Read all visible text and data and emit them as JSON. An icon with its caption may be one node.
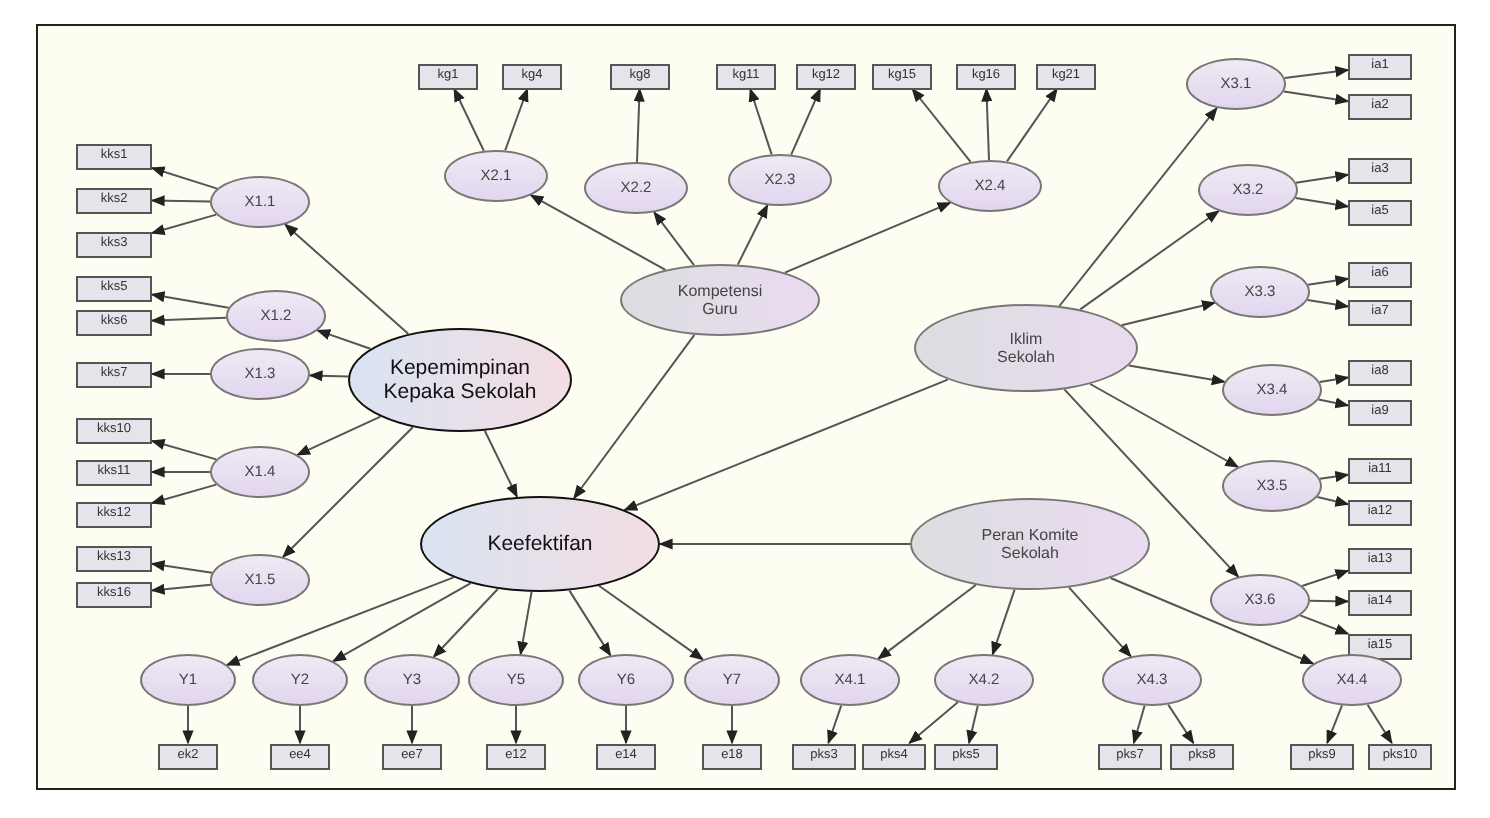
{
  "diagram": {
    "nodes": [
      {
        "text": [
          "Kepemimpinan Kepaka Sekolah"
        ]
      },
      {
        "text": [
          "Keefektifan"
        ]
      },
      {
        "text": [
          "Kompetensi Guru"
        ]
      },
      {
        "text": [
          "Iklim Sekolah"
        ]
      },
      {
        "text": [
          "Peran Komite Sekolah"
        ]
      },
      {
        "text": [
          "X1.1"
        ]
      },
      {
        "text": [
          "X1.2"
        ]
      },
      {
        "text": [
          "X1.3"
        ]
      },
      {
        "text": [
          "X1.4"
        ]
      },
      {
        "text": [
          "X1.5"
        ]
      },
      {
        "text": [
          "kks1"
        ]
      },
      {
        "text": [
          "kks2"
        ]
      },
      {
        "text": [
          "kks3"
        ]
      },
      {
        "text": [
          "kks5"
        ]
      },
      {
        "text": [
          "kks6"
        ]
      },
      {
        "text": [
          "kks7"
        ]
      },
      {
        "text": [
          "kks10"
        ]
      },
      {
        "text": [
          "kks11"
        ]
      },
      {
        "text": [
          "kks12"
        ]
      },
      {
        "text": [
          "kks13"
        ]
      },
      {
        "text": [
          "kks16"
        ]
      },
      {
        "text": [
          "X2.1"
        ]
      },
      {
        "text": [
          "X2.2"
        ]
      },
      {
        "text": [
          "X2.3"
        ]
      },
      {
        "text": [
          "X2.4"
        ]
      },
      {
        "text": [
          "kg1"
        ]
      },
      {
        "text": [
          "kg4"
        ]
      },
      {
        "text": [
          "kg8"
        ]
      },
      {
        "text": [
          "kg11"
        ]
      },
      {
        "text": [
          "kg12"
        ]
      },
      {
        "text": [
          "kg15"
        ]
      },
      {
        "text": [
          "kg16"
        ]
      },
      {
        "text": [
          "kg21"
        ]
      },
      {
        "text": [
          "X3.1"
        ]
      },
      {
        "text": [
          "X3.2"
        ]
      },
      {
        "text": [
          "X3.3"
        ]
      },
      {
        "text": [
          "X3.4"
        ]
      },
      {
        "text": [
          "X3.5"
        ]
      },
      {
        "text": [
          "X3.6"
        ]
      },
      {
        "text": [
          "ia1"
        ]
      },
      {
        "text": [
          "ia2"
        ]
      },
      {
        "text": [
          "ia3"
        ]
      },
      {
        "text": [
          "ia5"
        ]
      },
      {
        "text": [
          "ia6"
        ]
      },
      {
        "text": [
          "ia7"
        ]
      },
      {
        "text": [
          "ia8"
        ]
      },
      {
        "text": [
          "ia9"
        ]
      },
      {
        "text": [
          "ia11"
        ]
      },
      {
        "text": [
          "ia12"
        ]
      },
      {
        "text": [
          "ia13"
        ]
      },
      {
        "text": [
          "ia14"
        ]
      },
      {
        "text": [
          "ia15"
        ]
      },
      {
        "text": [
          "Y1"
        ]
      },
      {
        "text": [
          "Y2"
        ]
      },
      {
        "text": [
          "Y3"
        ]
      },
      {
        "text": [
          "Y5"
        ]
      },
      {
        "text": [
          "Y6"
        ]
      },
      {
        "text": [
          "Y7"
        ]
      },
      {
        "text": [
          "ek2"
        ]
      },
      {
        "text": [
          "ee4"
        ]
      },
      {
        "text": [
          "ee7"
        ]
      },
      {
        "text": [
          "e12"
        ]
      },
      {
        "text": [
          "e14"
        ]
      },
      {
        "text": [
          "e18"
        ]
      },
      {
        "text": [
          "X4.1"
        ]
      },
      {
        "text": [
          "X4.2"
        ]
      },
      {
        "text": [
          "X4.3"
        ]
      },
      {
        "text": [
          "X4.4"
        ]
      },
      {
        "text": [
          "pks3"
        ]
      },
      {
        "text": [
          "pks4"
        ]
      },
      {
        "text": [
          "pks5"
        ]
      },
      {
        "text": [
          "pks7"
        ]
      },
      {
        "text": [
          "pks8"
        ]
      },
      {
        "text": [
          "pks9"
        ]
      },
      {
        "text": [
          "pks10"
        ]
      }
    ],
    "edges": [
      {
        "from": 0,
        "to": 5,
        "arrow": "to"
      },
      {
        "from": 0,
        "to": 6,
        "arrow": "to"
      },
      {
        "from": 0,
        "to": 7,
        "arrow": "to"
      },
      {
        "from": 0,
        "to": 8,
        "arrow": "to"
      },
      {
        "from": 0,
        "to": 9,
        "arrow": "to"
      },
      {
        "from": 5,
        "to": 10,
        "arrow": "to"
      },
      {
        "from": 5,
        "to": 11,
        "arrow": "to"
      },
      {
        "from": 5,
        "to": 12,
        "arrow": "to"
      },
      {
        "from": 6,
        "to": 13,
        "arrow": "to"
      },
      {
        "from": 6,
        "to": 14,
        "arrow": "to"
      },
      {
        "from": 7,
        "to": 15,
        "arrow": "to"
      },
      {
        "from": 8,
        "to": 16,
        "arrow": "to"
      },
      {
        "from": 8,
        "to": 17,
        "arrow": "to"
      },
      {
        "from": 8,
        "to": 18,
        "arrow": "to"
      },
      {
        "from": 9,
        "to": 19,
        "arrow": "to"
      },
      {
        "from": 9,
        "to": 20,
        "arrow": "to"
      },
      {
        "from": 0,
        "to": 1,
        "arrow": "to"
      },
      {
        "from": 2,
        "to": 1,
        "arrow": "to"
      },
      {
        "from": 3,
        "to": 1,
        "arrow": "to"
      },
      {
        "from": 4,
        "to": 1,
        "arrow": "to"
      },
      {
        "from": 2,
        "to": 21,
        "arrow": "to"
      },
      {
        "from": 2,
        "to": 22,
        "arrow": "to"
      },
      {
        "from": 2,
        "to": 23,
        "arrow": "to"
      },
      {
        "from": 2,
        "to": 24,
        "arrow": "to"
      },
      {
        "from": 21,
        "to": 25,
        "arrow": "to"
      },
      {
        "from": 21,
        "to": 26,
        "arrow": "to"
      },
      {
        "from": 22,
        "to": 27,
        "arrow": "to"
      },
      {
        "from": 23,
        "to": 28,
        "arrow": "to"
      },
      {
        "from": 23,
        "to": 29,
        "arrow": "to"
      },
      {
        "from": 24,
        "to": 30,
        "arrow": "to"
      },
      {
        "from": 24,
        "to": 31,
        "arrow": "to"
      },
      {
        "from": 24,
        "to": 32,
        "arrow": "to"
      },
      {
        "from": 3,
        "to": 33,
        "arrow": "to"
      },
      {
        "from": 3,
        "to": 34,
        "arrow": "to"
      },
      {
        "from": 3,
        "to": 35,
        "arrow": "to"
      },
      {
        "from": 3,
        "to": 36,
        "arrow": "to"
      },
      {
        "from": 3,
        "to": 37,
        "arrow": "to"
      },
      {
        "from": 3,
        "to": 38,
        "arrow": "to"
      },
      {
        "from": 33,
        "to": 39,
        "arrow": "to"
      },
      {
        "from": 33,
        "to": 40,
        "arrow": "to"
      },
      {
        "from": 34,
        "to": 41,
        "arrow": "to"
      },
      {
        "from": 34,
        "to": 42,
        "arrow": "to"
      },
      {
        "from": 35,
        "to": 43,
        "arrow": "to"
      },
      {
        "from": 35,
        "to": 44,
        "arrow": "to"
      },
      {
        "from": 36,
        "to": 45,
        "arrow": "to"
      },
      {
        "from": 36,
        "to": 46,
        "arrow": "to"
      },
      {
        "from": 37,
        "to": 47,
        "arrow": "to"
      },
      {
        "from": 37,
        "to": 48,
        "arrow": "to"
      },
      {
        "from": 38,
        "to": 49,
        "arrow": "to"
      },
      {
        "from": 38,
        "to": 50,
        "arrow": "to"
      },
      {
        "from": 38,
        "to": 51,
        "arrow": "to"
      },
      {
        "from": 1,
        "to": 52,
        "arrow": "to"
      },
      {
        "from": 1,
        "to": 53,
        "arrow": "to"
      },
      {
        "from": 1,
        "to": 54,
        "arrow": "to"
      },
      {
        "from": 1,
        "to": 55,
        "arrow": "to"
      },
      {
        "from": 1,
        "to": 56,
        "arrow": "to"
      },
      {
        "from": 1,
        "to": 57,
        "arrow": "to"
      },
      {
        "from": 52,
        "to": 58,
        "arrow": "to"
      },
      {
        "from": 53,
        "to": 59,
        "arrow": "to"
      },
      {
        "from": 54,
        "to": 60,
        "arrow": "to"
      },
      {
        "from": 55,
        "to": 61,
        "arrow": "to"
      },
      {
        "from": 56,
        "to": 62,
        "arrow": "to"
      },
      {
        "from": 57,
        "to": 63,
        "arrow": "to"
      },
      {
        "from": 4,
        "to": 64,
        "arrow": "to"
      },
      {
        "from": 4,
        "to": 65,
        "arrow": "to"
      },
      {
        "from": 4,
        "to": 66,
        "arrow": "to"
      },
      {
        "from": 4,
        "to": 67,
        "arrow": "to"
      },
      {
        "from": 64,
        "to": 68,
        "arrow": "to"
      },
      {
        "from": 65,
        "to": 69,
        "arrow": "to"
      },
      {
        "from": 65,
        "to": 70,
        "arrow": "to"
      },
      {
        "from": 66,
        "to": 71,
        "arrow": "to"
      },
      {
        "from": 66,
        "to": 72,
        "arrow": "to"
      },
      {
        "from": 67,
        "to": 73,
        "arrow": "to"
      },
      {
        "from": 67,
        "to": 74,
        "arrow": "to"
      }
    ]
  }
}
